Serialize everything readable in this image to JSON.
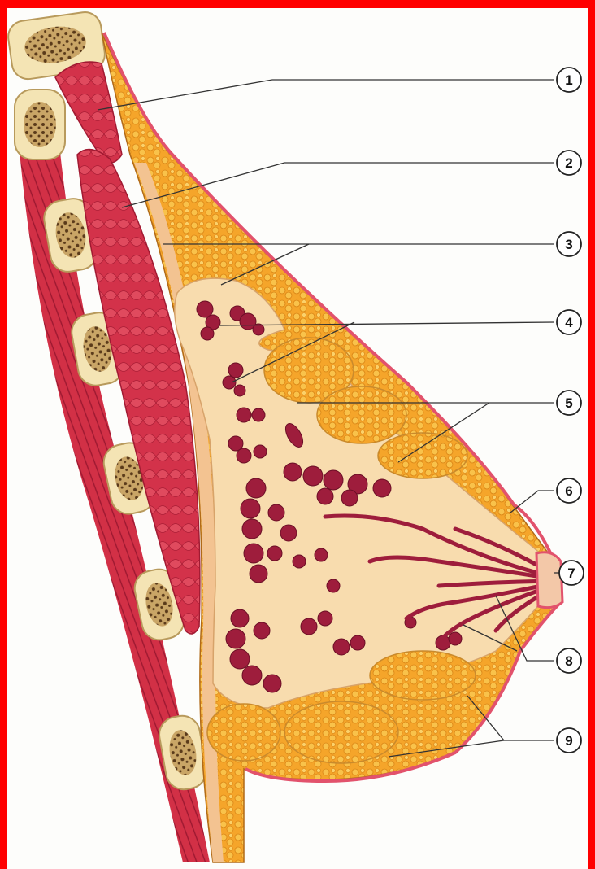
{
  "labels": [
    "1",
    "2",
    "3",
    "4",
    "5",
    "6",
    "7",
    "8",
    "9"
  ],
  "colors": {
    "border": "#ff0000",
    "muscle": "#d4314a",
    "fat": "#f4a52a",
    "gland_stroma": "#f8dcae",
    "lobule": "#9e1d3c",
    "skin": "#e2526c",
    "bone": "#f4e4b4"
  }
}
